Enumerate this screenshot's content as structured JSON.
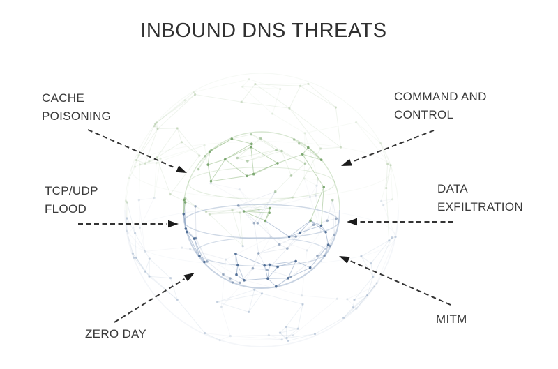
{
  "title": "INBOUND DNS THREATS",
  "labels": {
    "cache_poisoning": {
      "line1": "CACHE",
      "line2": "POISONING"
    },
    "command_and_control": {
      "line1": "COMMAND AND",
      "line2": "CONTROL"
    },
    "tcp_udp_flood": {
      "line1": "TCP/UDP",
      "line2": "FLOOD"
    },
    "data_exfiltration": {
      "line1": "DATA",
      "line2": "EXFILTRATION"
    },
    "zero_day": {
      "line1": "ZERO DAY"
    },
    "mitm": {
      "line1": "MITM"
    }
  },
  "arrows": [
    {
      "from": "cache-poisoning",
      "to": "dns-sphere"
    },
    {
      "from": "command-and-control",
      "to": "dns-sphere"
    },
    {
      "from": "tcp-udp-flood",
      "to": "dns-sphere"
    },
    {
      "from": "data-exfiltration",
      "to": "dns-sphere"
    },
    {
      "from": "zero-day",
      "to": "dns-sphere"
    },
    {
      "from": "mitm",
      "to": "dns-sphere"
    }
  ],
  "colors": {
    "background": "#ffffff",
    "title_text": "#303030",
    "label_text": "#3a3a3a",
    "arrow_line": "#333333",
    "arrow_head": "#1c1c1c",
    "inner_green_edge": "#9ec28f",
    "inner_green_edge_back": "#c3d6ba",
    "inner_green_node": "#6f9e63",
    "inner_blue_edge": "#92a8c6",
    "inner_blue_edge_back": "#c0cbdc",
    "inner_blue_node": "#3f5f8a",
    "outer_green_edge": "#b7cfae",
    "outer_green_node": "#9ab98d",
    "outer_blue_edge": "#b3c3d6",
    "outer_blue_node": "#8099b8"
  }
}
